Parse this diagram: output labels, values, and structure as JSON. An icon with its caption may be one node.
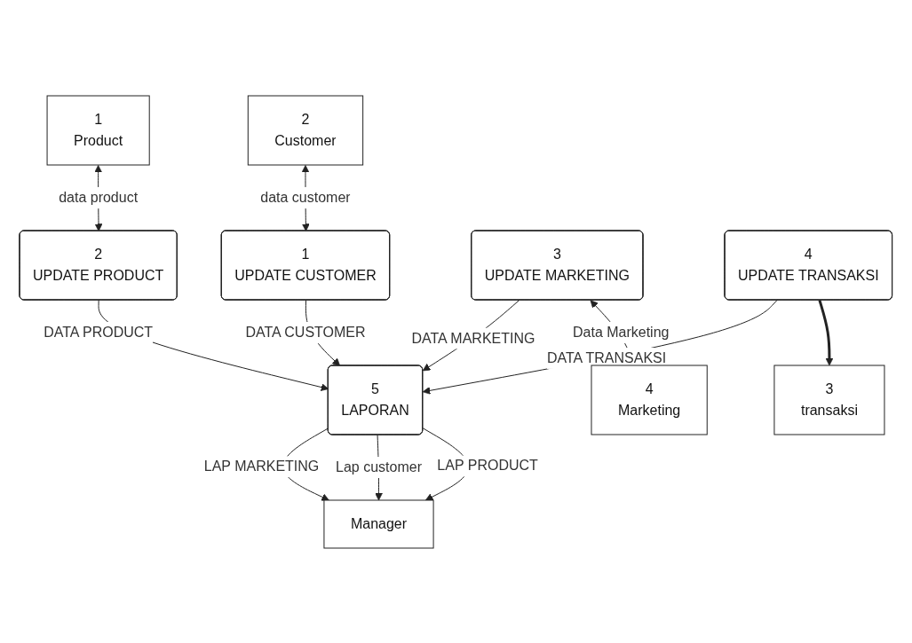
{
  "diagram": {
    "nodes": [
      {
        "text": [
          "2",
          "Customer"
        ]
      },
      {
        "text": [
          "1",
          "UPDATE CUSTOMER"
        ]
      },
      {
        "text": [
          "2",
          "UPDATE PRODUCT"
        ]
      },
      {
        "text": [
          "1",
          "Product"
        ]
      },
      {
        "text": [
          "3",
          "UPDATE MARKETING"
        ]
      },
      {
        "text": [
          "3",
          "transaksi"
        ]
      },
      {
        "text": [
          "4",
          "UPDATE TRANSAKSI"
        ]
      },
      {
        "text": [
          "4",
          "Marketing"
        ]
      },
      {
        "text": [
          "5",
          "LAPORAN"
        ]
      },
      {
        "text": [
          "Manager"
        ]
      }
    ],
    "edges": [
      {
        "from": 0,
        "to": 1,
        "arrow": "both",
        "label": "data customer"
      },
      {
        "from": 3,
        "to": 2,
        "arrow": "both",
        "label": "data product"
      },
      {
        "from": 4,
        "to": 7,
        "arrow": "both",
        "label": "Data Marketing"
      },
      {
        "from": 6,
        "to": 5,
        "arrow": "to",
        "style": "thick"
      },
      {
        "from": 1,
        "to": 8,
        "arrow": "to",
        "label": "DATA CUSTOMER"
      },
      {
        "from": 6,
        "to": 8,
        "arrow": "to",
        "label": "DATA TRANSAKSI"
      },
      {
        "from": 4,
        "to": 8,
        "arrow": "to",
        "label": "DATA MARKETING"
      },
      {
        "from": 2,
        "to": 8,
        "arrow": "to",
        "label": "DATA PRODUCT"
      },
      {
        "from": 8,
        "to": 9,
        "arrow": "to",
        "label": "LAP PRODUCT"
      },
      {
        "from": 8,
        "to": 9,
        "arrow": "to",
        "label": "Lap customer"
      },
      {
        "from": 8,
        "to": 9,
        "arrow": "to",
        "label": "LAP MARKETING"
      }
    ]
  }
}
